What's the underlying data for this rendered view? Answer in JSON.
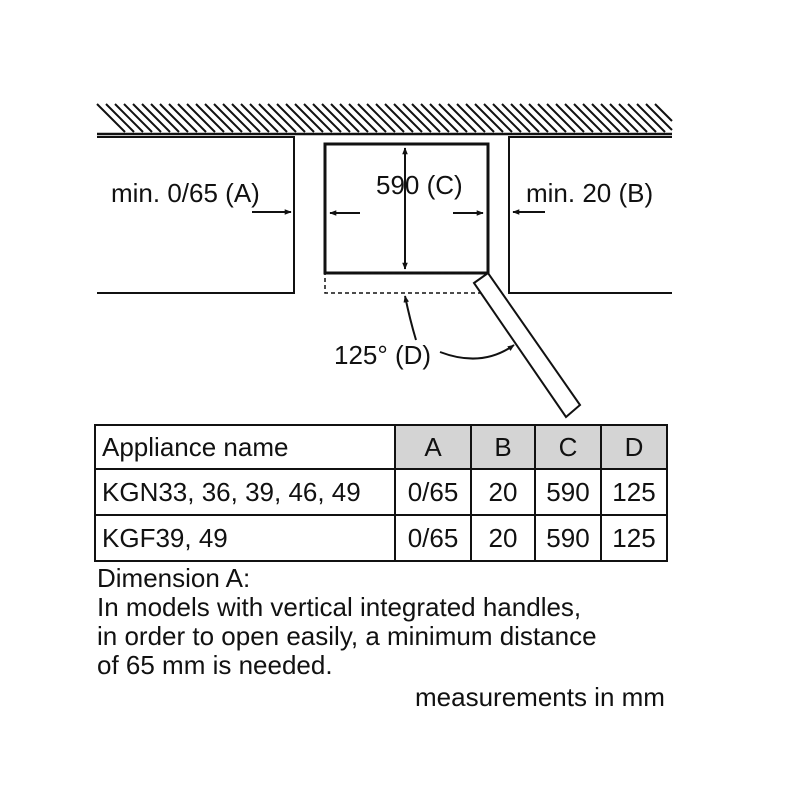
{
  "diagram": {
    "label_a": "min. 0/65 (A)",
    "label_c": "590 (C)",
    "label_b": "min. 20 (B)",
    "label_d": "125° (D)"
  },
  "table": {
    "headers": [
      "Appliance name",
      "A",
      "B",
      "C",
      "D"
    ],
    "rows": [
      [
        "KGN33, 36, 39, 46, 49",
        "0/65",
        "20",
        "590",
        "125"
      ],
      [
        "KGF39, 49",
        "0/65",
        "20",
        "590",
        "125"
      ]
    ],
    "header_fill": "#d4d4d4"
  },
  "note": {
    "lines": [
      "Dimension A:",
      "In models with vertical integrated handles,",
      "in order to open easily, a minimum distance",
      "of 65 mm is needed."
    ]
  },
  "units": "measurements in mm"
}
